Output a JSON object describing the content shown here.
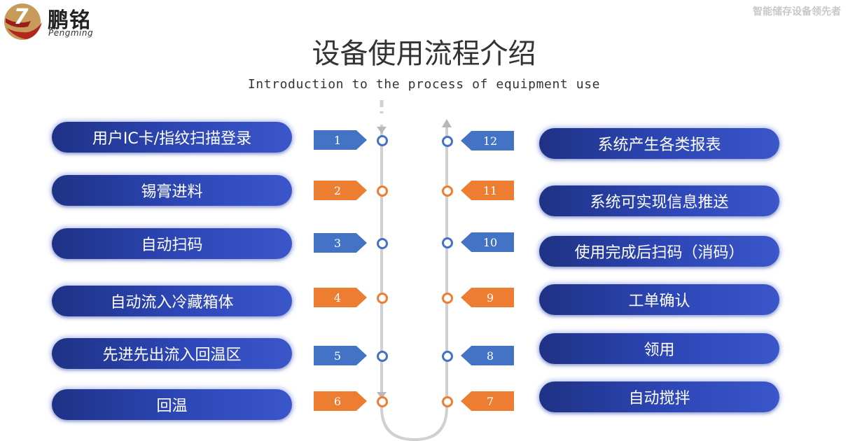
{
  "logo": {
    "name_cn": "鹏铭",
    "name_en": "Pengming",
    "badge_letter": "7"
  },
  "slogan": "智能储存设备领先者",
  "title": "设备使用流程介绍",
  "subtitle": "Introduction to the process of equipment use",
  "colors": {
    "blue": "#4472c4",
    "orange": "#ed7d31",
    "pill": "#2d47b7"
  },
  "left_steps": [
    {
      "num": "1",
      "label": "用户IC卡/指纹扫描登录",
      "color": "blue"
    },
    {
      "num": "2",
      "label": "锡膏进料",
      "color": "orange"
    },
    {
      "num": "3",
      "label": "自动扫码",
      "color": "blue"
    },
    {
      "num": "4",
      "label": "自动流入冷藏箱体",
      "color": "orange"
    },
    {
      "num": "5",
      "label": "先进先出流入回温区",
      "color": "blue"
    },
    {
      "num": "6",
      "label": "回温",
      "color": "orange"
    }
  ],
  "right_steps": [
    {
      "num": "12",
      "label": "系统产生各类报表",
      "color": "blue"
    },
    {
      "num": "11",
      "label": "系统可实现信息推送",
      "color": "orange"
    },
    {
      "num": "10",
      "label": "使用完成后扫码（消码）",
      "color": "blue"
    },
    {
      "num": "9",
      "label": "工单确认",
      "color": "orange"
    },
    {
      "num": "8",
      "label": "领用",
      "color": "blue"
    },
    {
      "num": "7",
      "label": "自动搅拌",
      "color": "orange"
    }
  ]
}
